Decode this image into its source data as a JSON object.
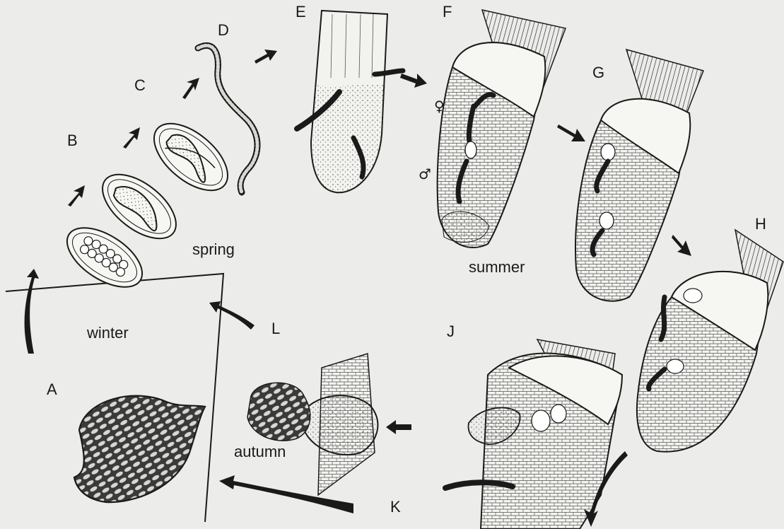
{
  "stage_labels": {
    "A": "A",
    "B": "B",
    "C": "C",
    "D": "D",
    "E": "E",
    "F": "F",
    "G": "G",
    "H": "H",
    "J": "J",
    "K": "K",
    "L": "L"
  },
  "seasons": {
    "winter": "winter",
    "spring": "spring",
    "summer": "summer",
    "autumn": "autumn"
  },
  "sex_symbols": {
    "female": "♀",
    "male": "♂"
  },
  "colors": {
    "background": "#ececea",
    "ink": "#1a1a1a",
    "fill_light": "#f6f6f2"
  }
}
